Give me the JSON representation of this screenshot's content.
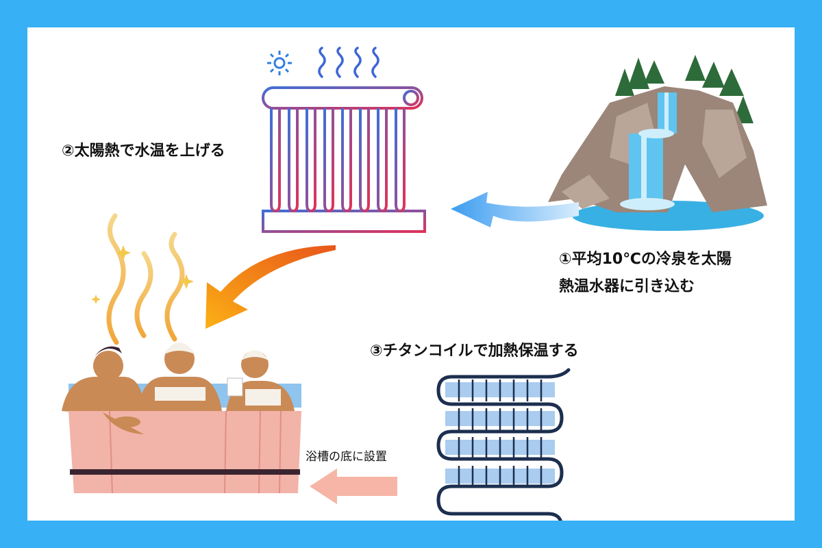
{
  "labels": {
    "step1_line1": "①平均10℃の冷泉を太陽",
    "step1_line2": "熱温水器に引き込む",
    "step2": "②太陽熱で水温を上げる",
    "step3": "③チタンコイルで加熱保温する",
    "coil_note": "浴槽の底に設置"
  },
  "colors": {
    "background": "#37b0f5",
    "card": "#ffffff",
    "heater_gradient_start": "#3f6fd8",
    "heater_gradient_end": "#e0325a",
    "arrow_water": "#4aa6f2",
    "arrow_heat": "#f07a12",
    "arrow_coil": "#f6b5a6",
    "coil_dark": "#1c2f4f",
    "coil_light": "#a9ccef",
    "tub": "#f2b3a8",
    "tub_band": "#3a2430"
  },
  "icons": [
    "sun-icon",
    "steam-icon",
    "waterfall-icon",
    "hot-spring-steam-icon",
    "titanium-coil-icon",
    "bathtub-icon"
  ]
}
